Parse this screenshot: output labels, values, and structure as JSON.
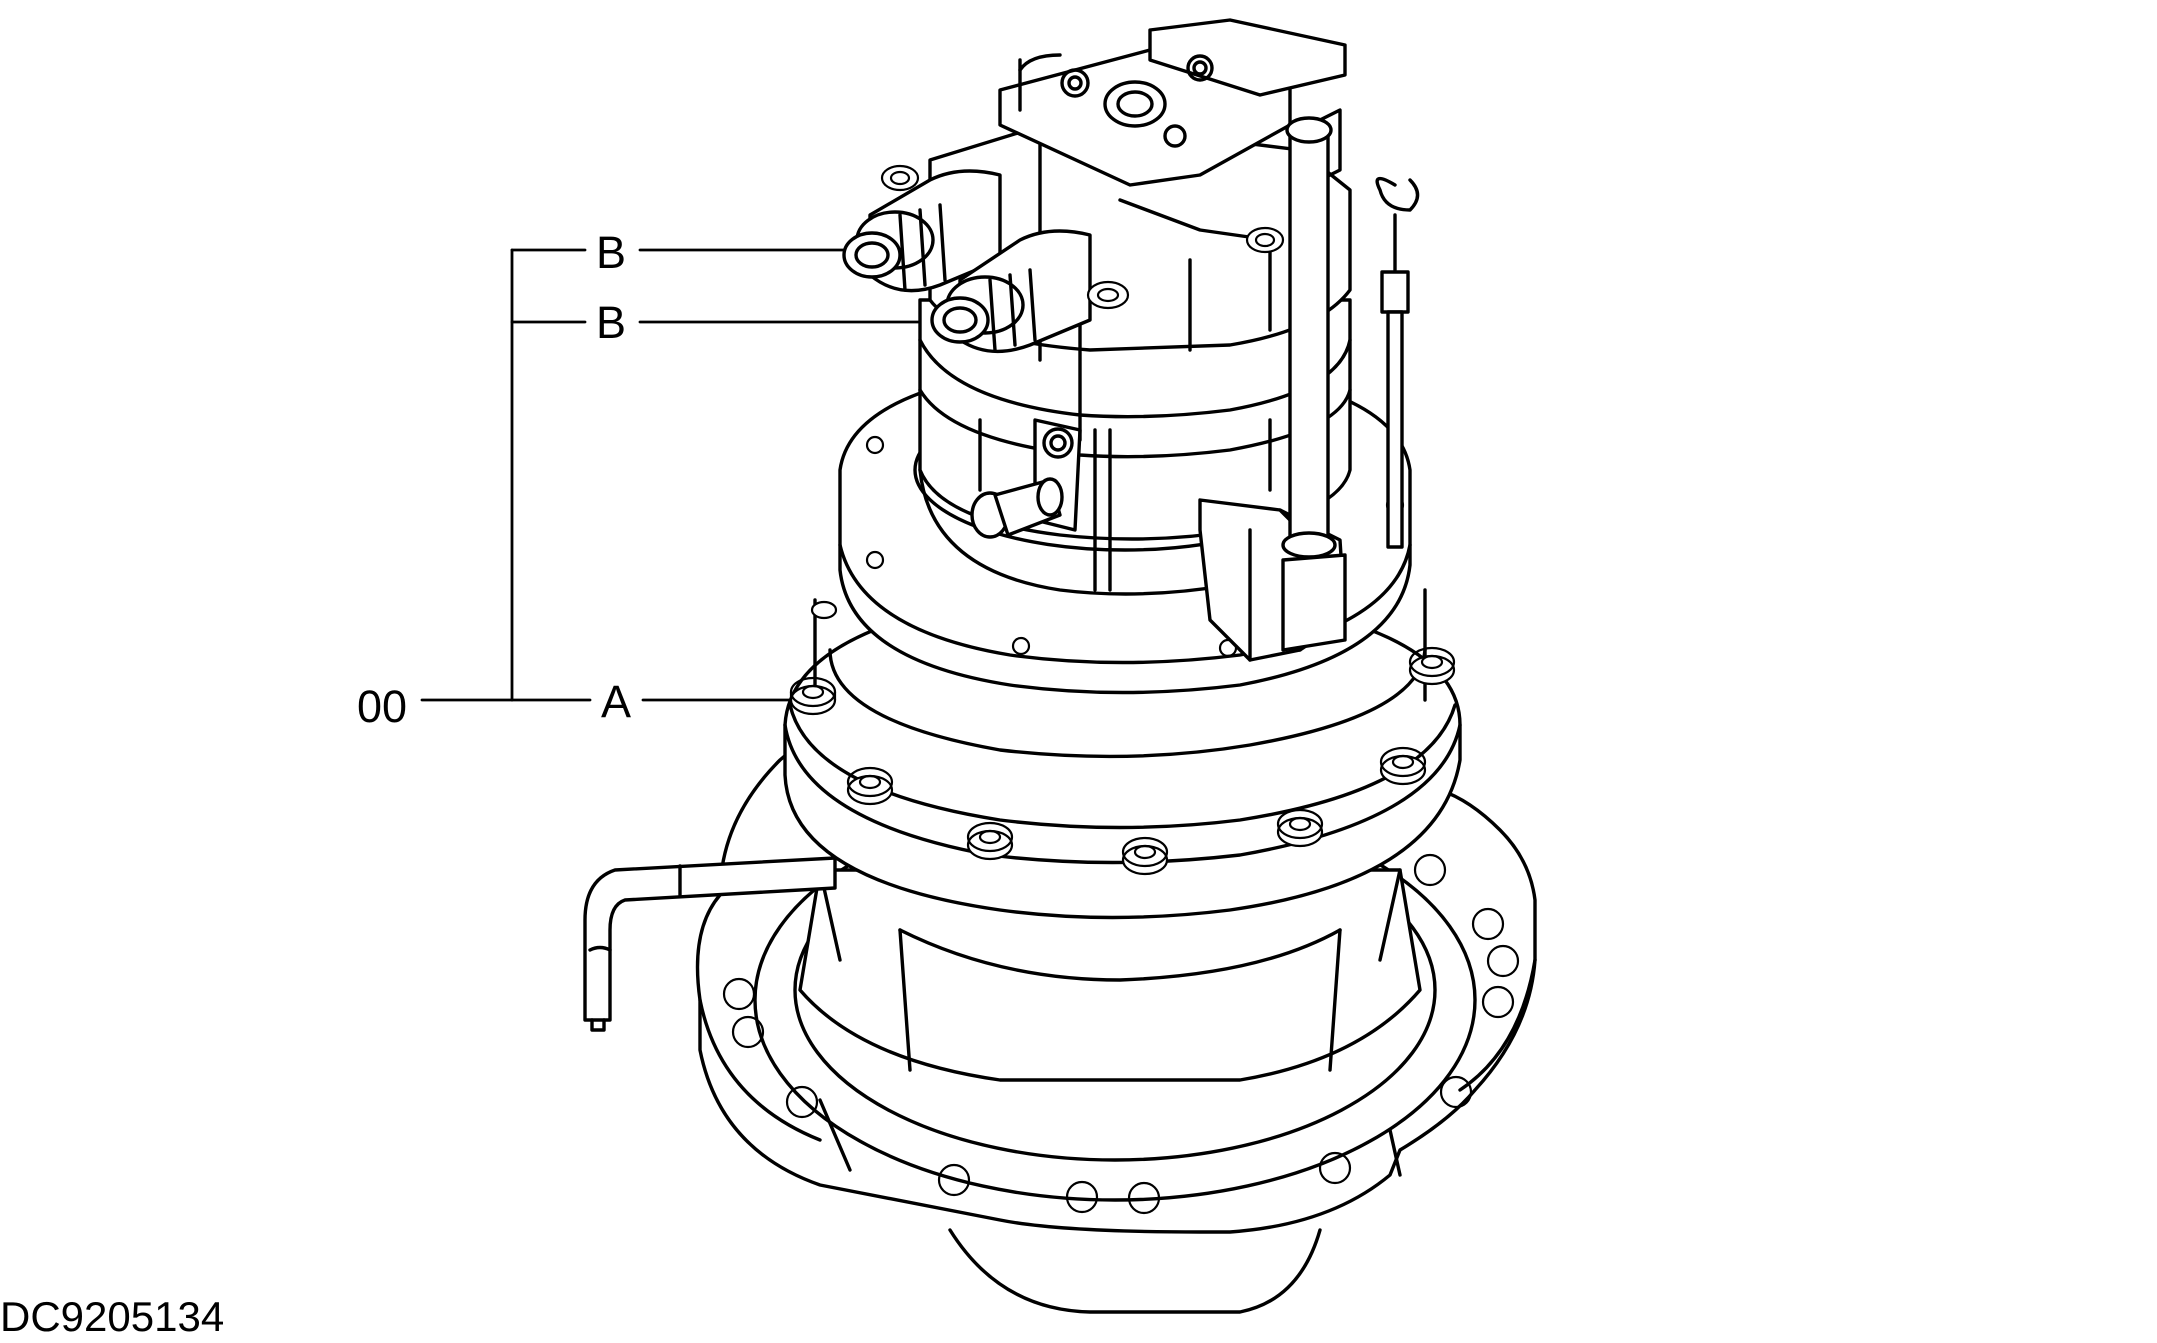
{
  "drawing_id": "DC9205134",
  "callouts": {
    "assembly": "00",
    "part_a": "A",
    "part_b_upper": "B",
    "part_b_lower": "B"
  },
  "colors": {
    "ink": "#000000",
    "paper": "#ffffff"
  }
}
